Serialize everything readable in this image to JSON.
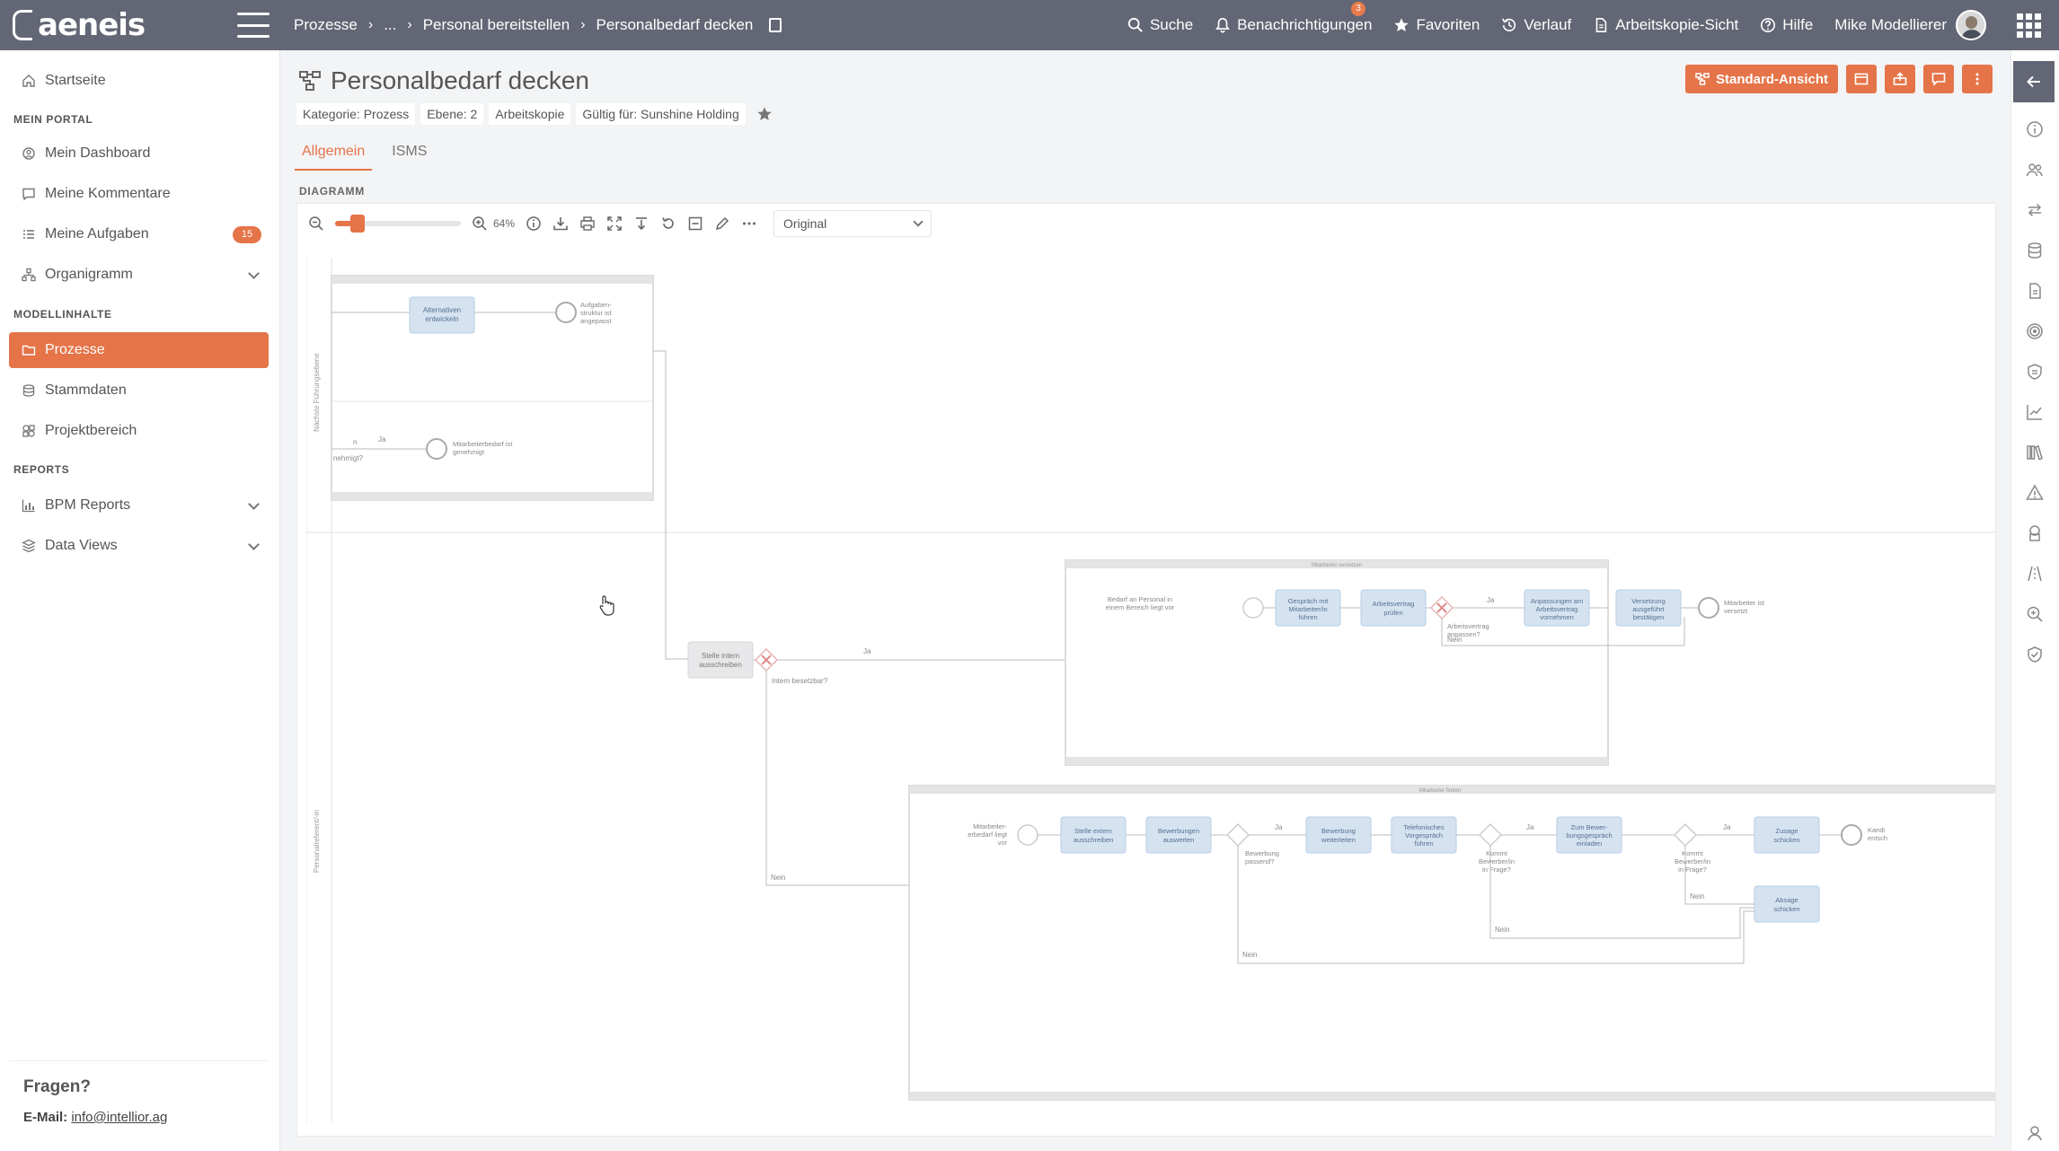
{
  "app": {
    "logo_text": "aeneis"
  },
  "breadcrumb": {
    "items": [
      "Prozesse",
      "...",
      "Personal bereitstellen",
      "Personalbedarf decken"
    ]
  },
  "topnav": {
    "search": "Suche",
    "notifications": "Benachrichtigungen",
    "notifications_count": "3",
    "favorites": "Favoriten",
    "history": "Verlauf",
    "workcopy": "Arbeitskopie-Sicht",
    "help": "Hilfe",
    "user": "Mike Modellierer"
  },
  "sidebar": {
    "home": "Startseite",
    "section_portal": "MEIN PORTAL",
    "dashboard": "Mein Dashboard",
    "comments": "Meine Kommentare",
    "tasks": "Meine Aufgaben",
    "tasks_count": "15",
    "orgchart": "Organigramm",
    "section_model": "MODELLINHALTE",
    "processes": "Prozesse",
    "masterdata": "Stammdaten",
    "projects": "Projektbereich",
    "section_reports": "REPORTS",
    "bpm_reports": "BPM Reports",
    "data_views": "Data Views",
    "help_title": "Fragen?",
    "help_email_label": "E-Mail:",
    "help_email": "info@intellior.ag"
  },
  "page": {
    "title": "Personalbedarf decken",
    "meta": [
      "Kategorie: Prozess",
      "Ebene: 2",
      "Arbeitskopie",
      "Gültig für: Sunshine Holding"
    ],
    "primary_action": "Standard-Ansicht",
    "tabs": [
      "Allgemein",
      "ISMS"
    ],
    "active_tab": "Allgemein",
    "section_label": "DIAGRAMM"
  },
  "diagram_toolbar": {
    "zoom_level": "64%",
    "zoom_fraction": 0.12,
    "view_option": "Original"
  },
  "diagram": {
    "lane_top": "Nächste Führungsebene",
    "lane_bottom": "Personalreferent/-in",
    "pool1_title": "Mitarbeiter versetzen",
    "pool2_title": "Mitarbeiter finden",
    "tasks": {
      "develop_alt": [
        "Alternativen",
        "entwickeln"
      ],
      "post_internal": [
        "Stelle intern",
        "ausschreiben"
      ],
      "talk_employee": [
        "Gespräch mit",
        "Mitarbeiter/in",
        "führen"
      ],
      "check_contract": [
        "Arbeitsvertrag",
        "prüfen"
      ],
      "adapt_contract": [
        "Anpassungen am",
        "Arbeitsvertrag",
        "vornehmen"
      ],
      "prepare_transfer": [
        "Versetzung",
        "ausgeführt",
        "bestätigen"
      ],
      "post_external": [
        "Stelle extern",
        "ausschreiben"
      ],
      "review_applications": [
        "Bewerbungen",
        "auswerten"
      ],
      "forward_application": [
        "Bewerbung",
        "weiterleiten"
      ],
      "phone_interview": [
        "Telefonisches",
        "Vorgespräch",
        "führen"
      ],
      "invite_interview": [
        "Zum Bewer-",
        "bungsgespräch",
        "einladen"
      ],
      "send_acceptance": [
        "Zusage",
        "schicken"
      ],
      "send_rejection": [
        "Absage",
        "schicken"
      ]
    },
    "events": {
      "structure_adapted": [
        "Aufgaben-",
        "struktur ist",
        "angepasst"
      ],
      "need_approved": [
        "Mitarbeiterbedarf ist",
        "genehmigt"
      ],
      "need_in_area": [
        "Bedarf an Personal in",
        "einem Bereich liegt vor"
      ],
      "employee_transferred": [
        "Mitarbeiter ist",
        "versetzt"
      ],
      "need_exists": [
        "Mitarbeiter-",
        "erbedarf liegt",
        "vor"
      ],
      "candidate_partial": [
        "Kandi",
        "entsch"
      ]
    },
    "gateways": {
      "approved_partial": "nehmigt?",
      "internal_fillable": "Intern besetzbar?",
      "contract_adjust": [
        "Arbeitsvertrag",
        "anpassen?"
      ],
      "application_fit": [
        "Bewerbung",
        "passend?"
      ],
      "candidate_q1": [
        "Kommt",
        "Bewerber/in",
        "in Frage?"
      ],
      "candidate_q2": [
        "Kommt",
        "Bewerber/in",
        "in Frage?"
      ]
    },
    "labels": {
      "yes": "Ja",
      "no": "Nein",
      "yes_partial": "n"
    }
  },
  "colors": {
    "topbar": "#636674",
    "accent": "#e57449",
    "task_fill": "#d5e3f1",
    "task_stroke": "#b6cde4",
    "task_grey": "#e8e8ea"
  }
}
